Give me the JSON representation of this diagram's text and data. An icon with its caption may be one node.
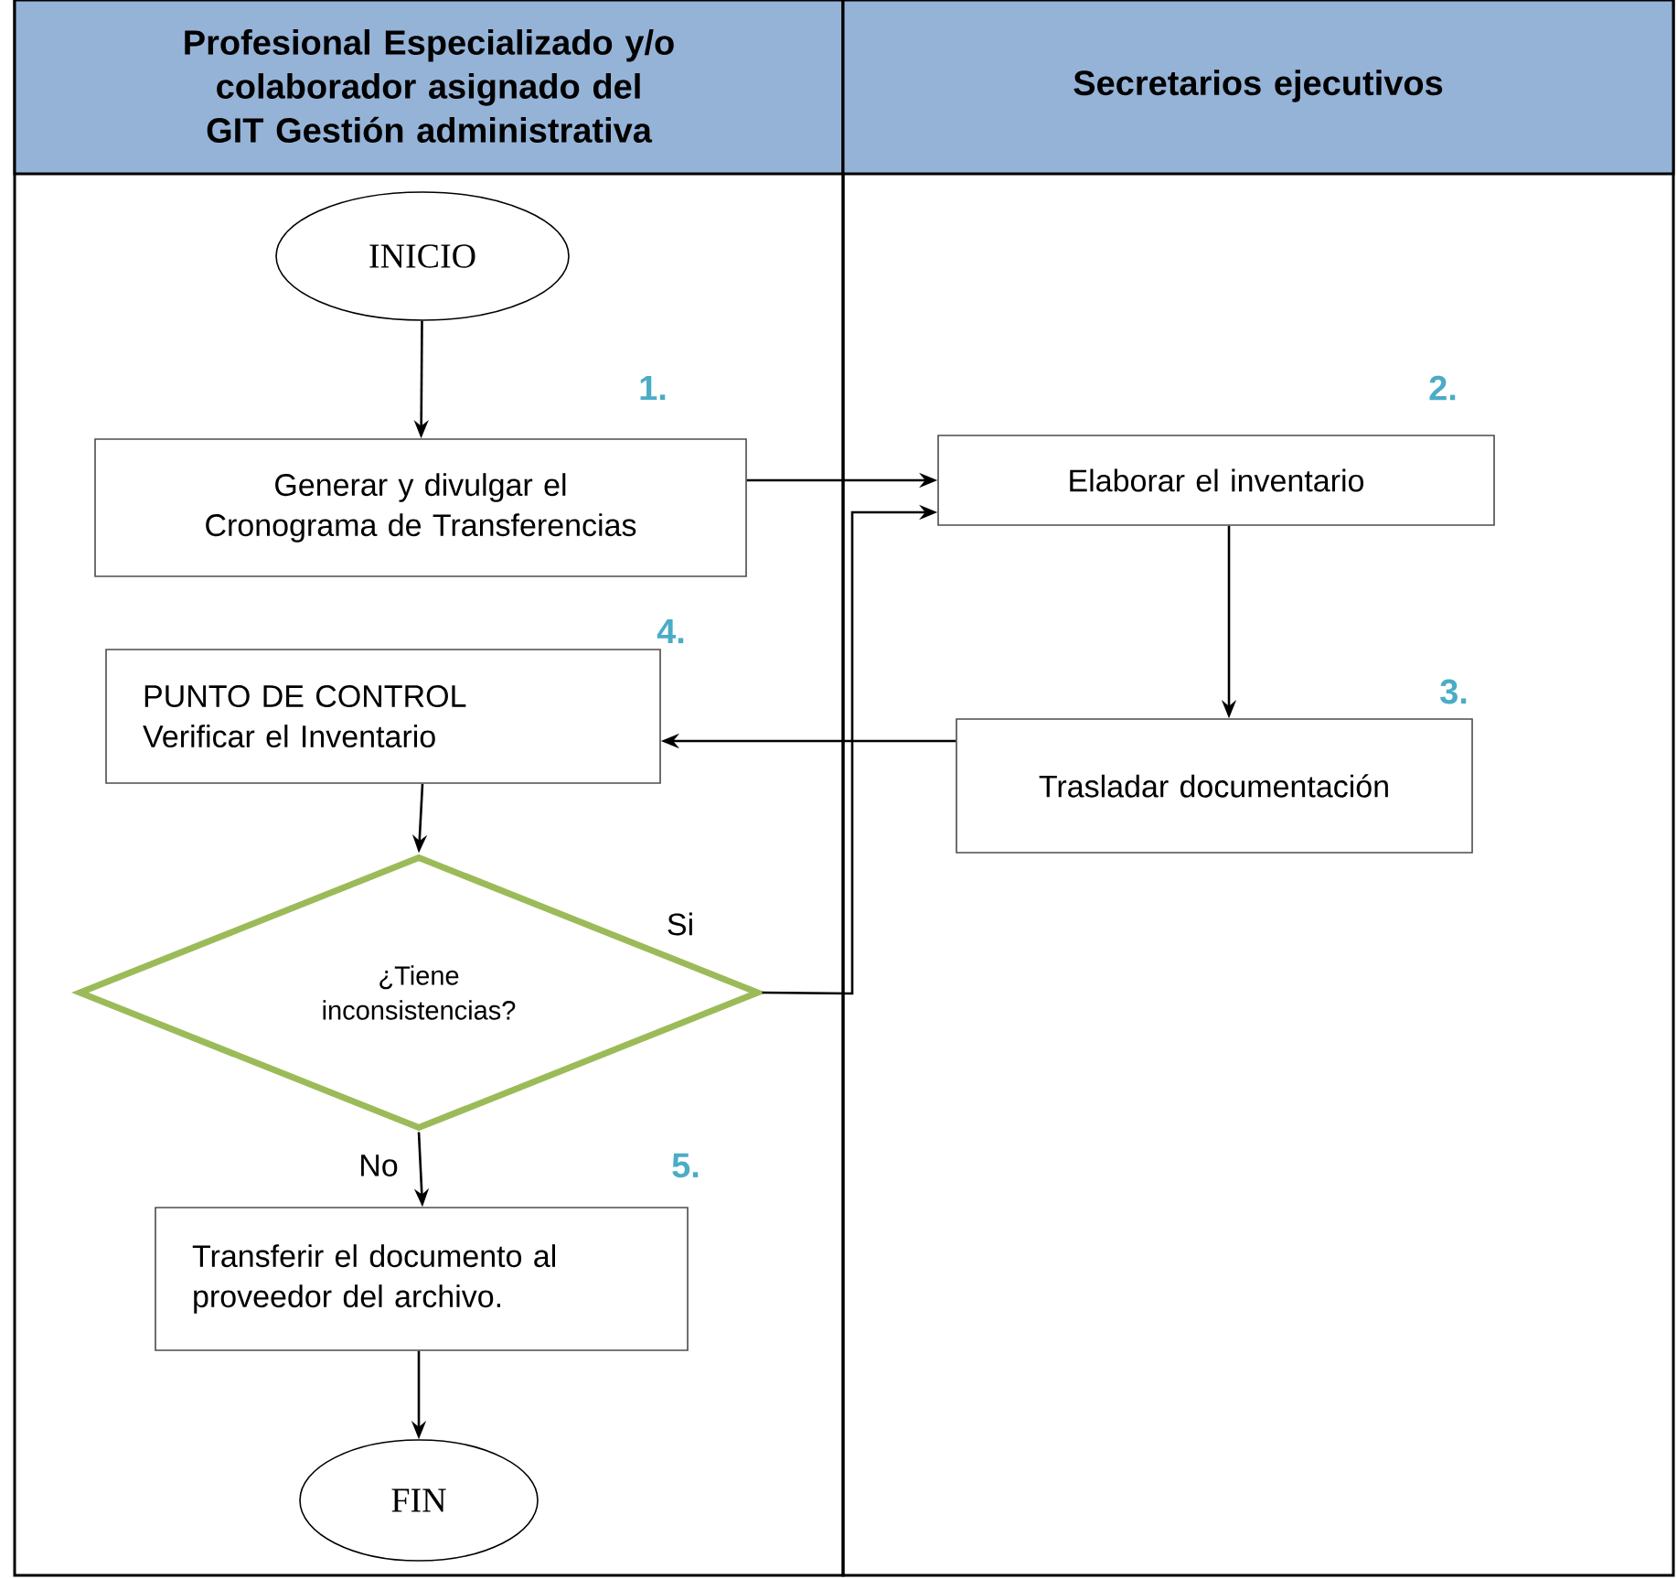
{
  "diagram": {
    "nodes": [
      {
        "text": [
          "Profesional Especializado y/o colaborador asignado del GIT Gestión administrativa"
        ]
      },
      {
        "text": [
          "Secretarios ejecutivos"
        ]
      },
      {
        "text": [
          "INICIO"
        ],
        "in": 0
      },
      {
        "text": [
          "Generar y divulgar el Cronograma de Transferencias"
        ],
        "in": 0,
        "beside": [
          "1."
        ]
      },
      {
        "text": [
          "Elaborar el inventario"
        ],
        "in": 1,
        "beside": [
          "2."
        ]
      },
      {
        "text": [
          "Trasladar documentación"
        ],
        "in": 1,
        "beside": [
          "3."
        ]
      },
      {
        "text": [
          "PUNTO DE CONTROL",
          "Verificar el Inventario"
        ],
        "in": 0,
        "beside": [
          "4."
        ]
      },
      {
        "text": [
          "¿Tiene inconsistencias?"
        ],
        "in": 0
      },
      {
        "text": [
          "Transferir el documento al proveedor del archivo."
        ],
        "in": 0,
        "beside": [
          "5."
        ]
      },
      {
        "text": [
          "FIN"
        ],
        "in": 0
      }
    ],
    "edges": [
      {
        "from": 2,
        "to": 3,
        "arrow": "to"
      },
      {
        "from": 3,
        "to": 4,
        "arrow": "to"
      },
      {
        "from": 4,
        "to": 5,
        "arrow": "to"
      },
      {
        "from": 5,
        "to": 6,
        "arrow": "to"
      },
      {
        "from": 6,
        "to": 7,
        "arrow": "to"
      },
      {
        "from": 7,
        "to": 4,
        "arrow": "to",
        "label": "Si"
      },
      {
        "from": 7,
        "to": 8,
        "arrow": "to",
        "label": "No"
      },
      {
        "from": 8,
        "to": 9,
        "arrow": "to"
      }
    ]
  }
}
